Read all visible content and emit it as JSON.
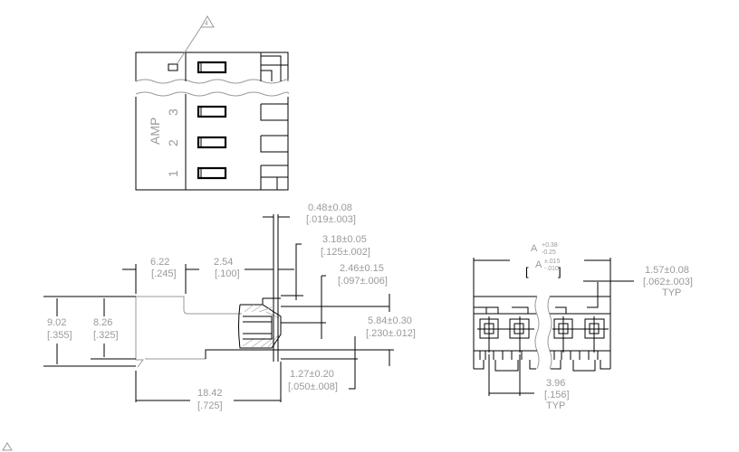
{
  "top_view": {
    "note_flag": "4",
    "brand": "AMP",
    "positions": [
      "1",
      "2",
      "3"
    ]
  },
  "side_view": {
    "dims": [
      {
        "value": "6.22",
        "inch": "[.245]"
      },
      {
        "value": "2.54",
        "inch": "[.100]"
      },
      {
        "value": "9.02",
        "inch": "[.355]"
      },
      {
        "value": "8.26",
        "inch": "[.325]"
      },
      {
        "value": "18.42",
        "inch": "[.725]"
      },
      {
        "value": "0.48±0.08",
        "inch": "[.019±.003]"
      },
      {
        "value": "3.18±0.05",
        "inch": "[.125±.002]"
      },
      {
        "value": "2.46±0.15",
        "inch": "[.097±.006]"
      },
      {
        "value": "5.84±0.30",
        "inch": "[.230±.012]"
      },
      {
        "value": "1.27±0.20",
        "inch": "[.050±.008]"
      }
    ]
  },
  "front_view": {
    "a_mm": "A",
    "a_mm_plus": "+0.38",
    "a_mm_minus": "-0.25",
    "a_in": "A",
    "a_in_plus": "±.015",
    "a_in_minus": "-.010",
    "pitch_edge": {
      "value": "1.57±0.08",
      "inch": "[.062±.003]",
      "typ": "TYP"
    },
    "pitch": {
      "value": "3.96",
      "inch": "[.156]",
      "typ": "TYP"
    }
  }
}
